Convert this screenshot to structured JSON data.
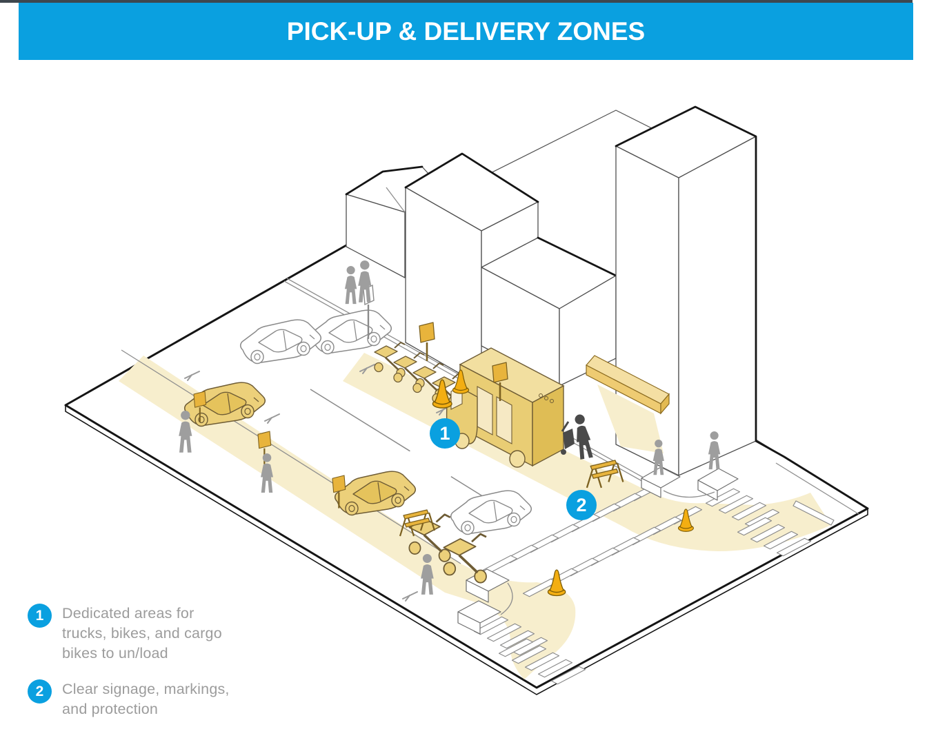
{
  "header": {
    "title": "PICK-UP & DELIVERY ZONES"
  },
  "markers": [
    {
      "label": "1"
    },
    {
      "label": "2"
    }
  ],
  "legend": {
    "items": [
      {
        "number": "1",
        "text": "Dedicated areas for trucks, bikes, and cargo bikes to un/load"
      },
      {
        "number": "2",
        "text": "Clear signage, markings, and protection"
      }
    ]
  },
  "colors": {
    "accent_blue": "#0aa0e0",
    "top_strip": "#3e474e",
    "loading_zone_fill": "#f7eecd",
    "vehicle_yellow": "#ecd07a",
    "sign_yellow": "#e8b43c",
    "cone_orange": "#f3ae12",
    "pedestrian_gray": "#9e9e9e",
    "dark_figure": "#4a4a4a",
    "outline_gray": "#8a8a8a"
  },
  "scene": {
    "objects": [
      "city-block-ground",
      "house",
      "mid-rise-building",
      "annex-building",
      "tower-building",
      "awning",
      "loading-zone-near-buildings",
      "loading-zone-far-curb",
      "curved-protected-path",
      "delivery-truck",
      "white-car",
      "yellow-car",
      "cargo-bike",
      "scooter",
      "traffic-cone",
      "barricade",
      "loading-zone-sign",
      "parking-meter",
      "pedestrian",
      "porter-with-handtruck",
      "crosswalk",
      "curb-extension",
      "center-line"
    ]
  }
}
